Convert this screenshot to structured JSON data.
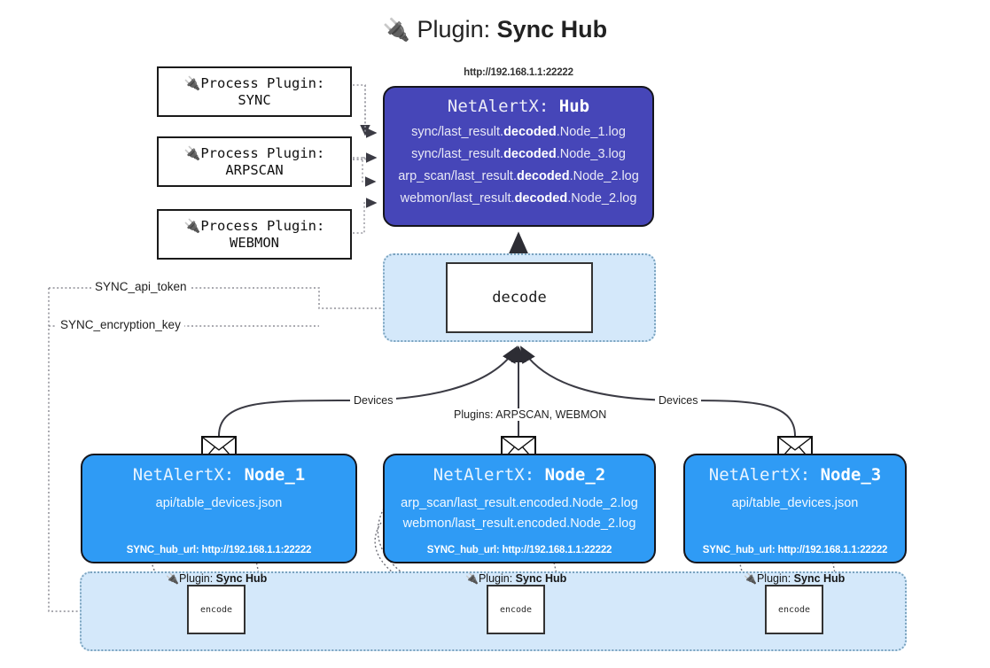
{
  "title": {
    "icon": "plug-icon",
    "prefix": "Plugin: ",
    "name": "Sync Hub"
  },
  "process_plugins": [
    {
      "icon": "plug-icon",
      "line1": "Process Plugin:",
      "line2": "SYNC"
    },
    {
      "icon": "plug-icon",
      "line1": "Process Plugin:",
      "line2": "ARPSCAN"
    },
    {
      "icon": "plug-icon",
      "line1": "Process Plugin:",
      "line2": "WEBMON"
    }
  ],
  "hub": {
    "url": "http://192.168.1.1:22222",
    "title_prefix": "NetAlertX: ",
    "title_name": "Hub",
    "color": "#4646b8",
    "logs": [
      {
        "pre": "sync/last_result.",
        "strong": "decoded",
        "post": ".Node_1.log"
      },
      {
        "pre": "sync/last_result.",
        "strong": "decoded",
        "post": ".Node_3.log"
      },
      {
        "pre": "arp_scan/last_result.",
        "strong": "decoded",
        "post": ".Node_2.log"
      },
      {
        "pre": "webmon/last_result.",
        "strong": "decoded",
        "post": ".Node_2.log"
      }
    ]
  },
  "decode": {
    "label": "decode",
    "group_color": "#d4e8fa"
  },
  "tokens": [
    {
      "label": "SYNC_api_token"
    },
    {
      "label": "SYNC_encryption_key"
    }
  ],
  "edge_labels": {
    "left_devices": "Devices",
    "center_plugins": "Plugins: ARPSCAN, WEBMON",
    "right_devices": "Devices"
  },
  "nodes": [
    {
      "title_prefix": "NetAlertX: ",
      "title_name": "Node_1",
      "color": "#2f9bf5",
      "lines": [
        "api/table_devices.json"
      ],
      "footer": "SYNC_hub_url: http://192.168.1.1:22222"
    },
    {
      "title_prefix": "NetAlertX: ",
      "title_name": "Node_2",
      "color": "#2f9bf5",
      "lines": [
        "arp_scan/last_result.encoded.Node_2.log",
        "webmon/last_result.encoded.Node_2.log"
      ],
      "footer": "SYNC_hub_url: http://192.168.1.1:22222"
    },
    {
      "title_prefix": "NetAlertX: ",
      "title_name": "Node_3",
      "color": "#2f9bf5",
      "lines": [
        "api/table_devices.json"
      ],
      "footer": "SYNC_hub_url: http://192.168.1.1:22222"
    }
  ],
  "bottom_plugins": [
    {
      "icon": "plug-icon",
      "prefix": "Plugin: ",
      "name": "Sync Hub",
      "encode_label": "encode"
    },
    {
      "icon": "plug-icon",
      "prefix": "Plugin: ",
      "name": "Sync Hub",
      "encode_label": "encode"
    },
    {
      "icon": "plug-icon",
      "prefix": "Plugin: ",
      "name": "Sync Hub",
      "encode_label": "encode"
    }
  ]
}
